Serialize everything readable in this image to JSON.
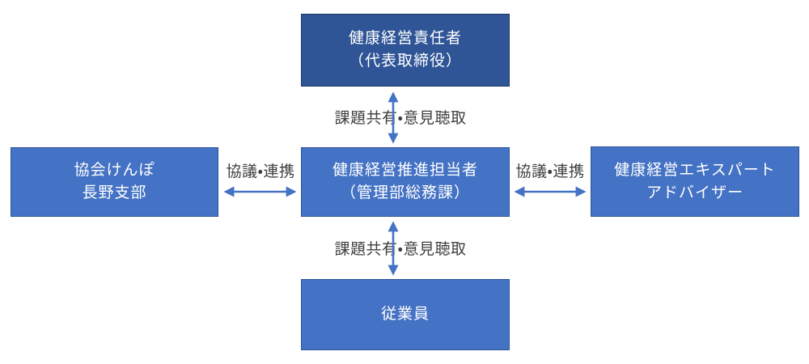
{
  "diagram": {
    "type": "org-relationship-diagram",
    "language": "ja",
    "nodes": [
      {
        "id": "health-management-director",
        "role": "top",
        "lines": [
          "健康経営責任者",
          "（代表取締役）"
        ]
      },
      {
        "id": "kyokai-kenpo-nagano",
        "role": "left",
        "lines": [
          "協会けんぽ",
          "長野支部"
        ]
      },
      {
        "id": "promotion-officer",
        "role": "center",
        "lines": [
          "健康経営推進担当者",
          "（管理部総務課）"
        ]
      },
      {
        "id": "expert-advisor",
        "role": "right",
        "lines": [
          "健康経営エキスパート",
          "アドバイザー"
        ]
      },
      {
        "id": "employees",
        "role": "bottom",
        "lines": [
          "従業員"
        ]
      }
    ],
    "edges": [
      {
        "from": "health-management-director",
        "to": "promotion-officer",
        "style": "double-arrow-vertical",
        "label": "課題共有・意見聴取"
      },
      {
        "from": "kyokai-kenpo-nagano",
        "to": "promotion-officer",
        "style": "double-arrow-horizontal",
        "label": "協議・連携"
      },
      {
        "from": "promotion-officer",
        "to": "expert-advisor",
        "style": "double-arrow-horizontal",
        "label": "協議・連携"
      },
      {
        "from": "promotion-officer",
        "to": "employees",
        "style": "double-arrow-vertical",
        "label": "課題共有・意見聴取"
      }
    ],
    "colors": {
      "node_fill": "#4472C4",
      "node_border": "#2F5597",
      "director_node_fill": "#2F5597",
      "director_node_border": "#1F3864",
      "arrow": "#4472C4",
      "label_text": "#3F3F3F",
      "node_text": "#FFFFFF",
      "background": "#FFFFFF"
    }
  }
}
